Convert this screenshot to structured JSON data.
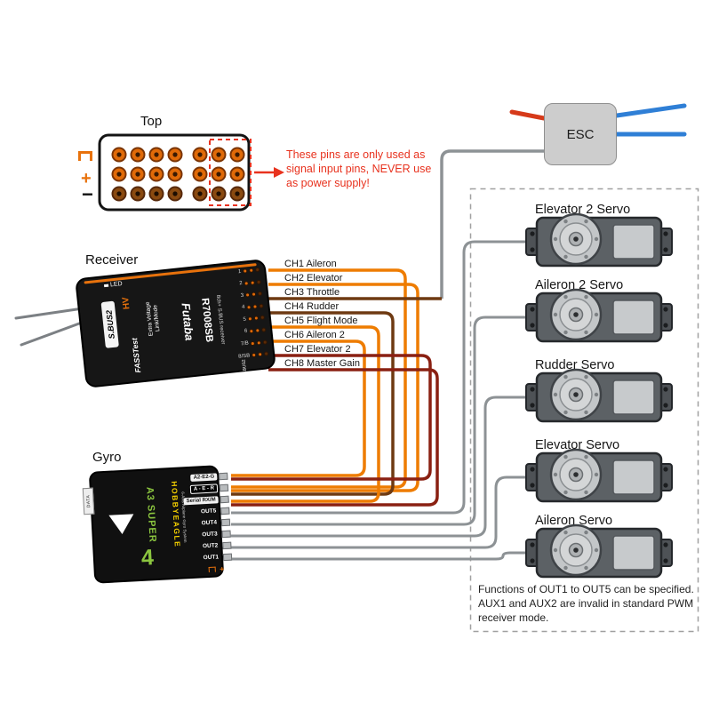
{
  "colors": {
    "orange_wire": "#ee7c00",
    "brown_wire": "#6e3a12",
    "dark_red_wire": "#8a2012",
    "gray_wire": "#8d9295",
    "red": "#e8321e",
    "blue": "#2f7fd6",
    "green": "#8bc53f",
    "yellow": "#f5d000",
    "accent_orange": "#e8720c"
  },
  "sections": {
    "top_view": "Top",
    "receiver": "Receiver",
    "gyro": "Gyro"
  },
  "top_view": {
    "signal_symbol": "⊓",
    "plus": "+",
    "minus": "−"
  },
  "warning": {
    "text": "These pins are only used as\nsignal input pins, NEVER use\nas power supply!"
  },
  "esc": {
    "label": "ESC"
  },
  "receiver": {
    "led": "LED",
    "sbus2_logo": "S.BUS2",
    "hv": "HV",
    "fasstest": "FASSTest",
    "extra1": "Extra Voltage",
    "extra2": "Link/Mode",
    "brand": "Futaba",
    "model": "R7008SB",
    "desc": "8ch+ S.BUS receiver",
    "port_sbus2": "S.BUS2",
    "pins": [
      "1",
      "2",
      "3",
      "4",
      "5",
      "6",
      "7/B",
      "8/SB"
    ]
  },
  "channels": [
    {
      "label": "CH1 Aileron"
    },
    {
      "label": "CH2 Elevator"
    },
    {
      "label": "CH3 Throttle"
    },
    {
      "label": "CH4 Rudder"
    },
    {
      "label": "CH5 Flight Mode"
    },
    {
      "label": "CH6 Aileron 2"
    },
    {
      "label": "CH7 Elevator 2"
    },
    {
      "label": "CH8 Master Gain"
    }
  ],
  "gyro": {
    "name": "A3 SUPER",
    "big4": "4",
    "brand": "HOBBYEAGLE",
    "tagline": "6-Axis Airplane Gyro System",
    "side_port": "DATA",
    "ports": [
      "A2-E2-G",
      "A - E - R",
      "Serial RX/M",
      "OUT5",
      "OUT4",
      "OUT3",
      "OUT2",
      "OUT1"
    ],
    "power_plus": "+",
    "power_minus": "−"
  },
  "servos": [
    "Elevator 2 Servo",
    "Aileron 2 Servo",
    "Rudder Servo",
    "Elevator Servo",
    "Aileron Servo"
  ],
  "note": "Functions of OUT1 to OUT5 can be specified.\nAUX1 and AUX2 are invalid in standard PWM\nreceiver mode."
}
